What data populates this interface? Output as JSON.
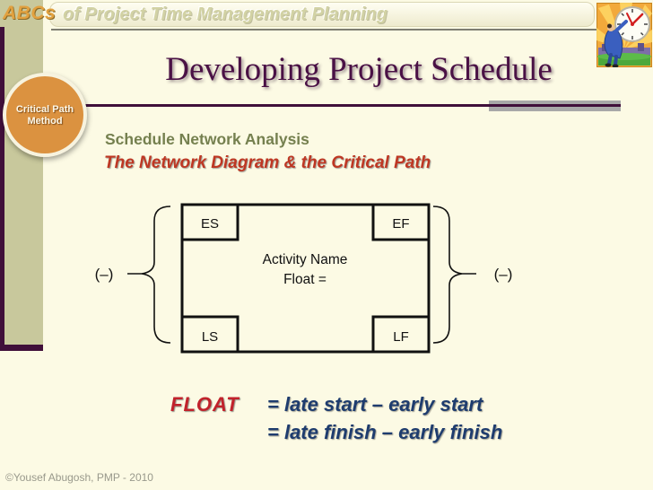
{
  "header": {
    "brand": "ABCs",
    "title": "of Project Time Management Planning"
  },
  "badge": {
    "line1": "Critical Path",
    "line2": "Method"
  },
  "slide": {
    "title": "Developing Project Schedule",
    "heading": "Schedule Network Analysis",
    "subheading": "The Network Diagram & the Critical Path"
  },
  "diagram": {
    "box_top_left": "ES",
    "box_top_right": "EF",
    "box_bottom_left": "LS",
    "box_bottom_right": "LF",
    "center_line1": "Activity Name",
    "center_line2": "Float =",
    "left_operator": "(–)",
    "right_operator": "(–)"
  },
  "formulas": {
    "keyword": "FLOAT",
    "line1": "= late start – early start",
    "line2": "= late finish – early finish"
  },
  "footer": {
    "copyright": "©Yousef Abugosh, PMP - 2010"
  },
  "icons": {
    "clock_clipart": "man-carrying-clock-icon"
  },
  "colors": {
    "background": "#FCFAE4",
    "sidebar": "#C8C89C",
    "maroon_accent": "#400F3A",
    "title_text": "#4A1145",
    "badge_orange": "#DB9240",
    "heading_olive": "#75804F",
    "subheading_red": "#BE3723",
    "formula_navy": "#1E3C6E",
    "float_red": "#C1222B",
    "gray_bar": "#A8A8A8"
  }
}
